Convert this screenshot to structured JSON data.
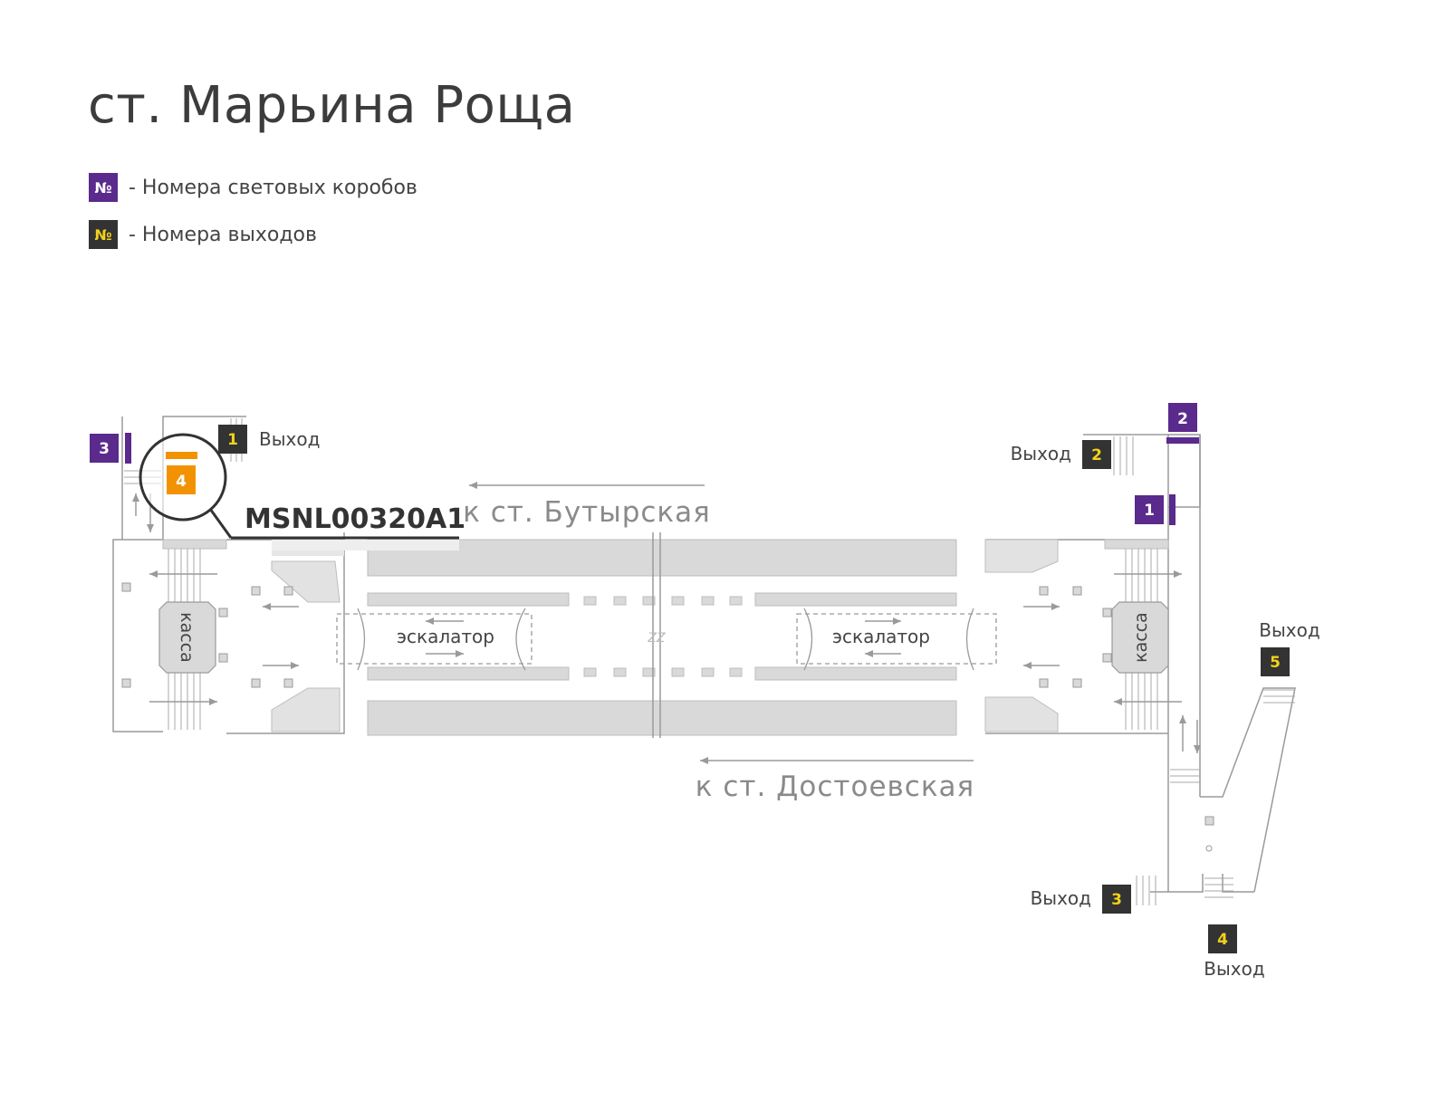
{
  "title": "ст. Марьина Роща",
  "legend": [
    {
      "symbol": "№",
      "text": "- Номера световых коробов",
      "kind": "lightbox"
    },
    {
      "symbol": "№",
      "text": "- Номера выходов",
      "kind": "exit"
    }
  ],
  "colors": {
    "lightbox": "#5a2a8c",
    "exit_bg": "#333333",
    "exit_num": "#f2d21b",
    "highlight": "#f39200",
    "structure": "#d9d9d9",
    "lines": "#9a9a9a"
  },
  "map": {
    "direction_top": "к ст. Бутырская",
    "direction_bottom": "к ст. Достоевская",
    "escalator_left": "эскалатор",
    "escalator_right": "эскалатор",
    "cashier_left": "касса",
    "cashier_right": "касса",
    "track_break": "ZZ",
    "highlight_code": "MSNL00320A1",
    "highlight_number": "4",
    "exits": [
      {
        "number": "1",
        "label": "Выход"
      },
      {
        "number": "2",
        "label": "Выход"
      },
      {
        "number": "3",
        "label": "Выход"
      },
      {
        "number": "4",
        "label": "Выход"
      },
      {
        "number": "5",
        "label": "Выход"
      }
    ],
    "lightboxes": [
      "1",
      "2",
      "3"
    ]
  }
}
